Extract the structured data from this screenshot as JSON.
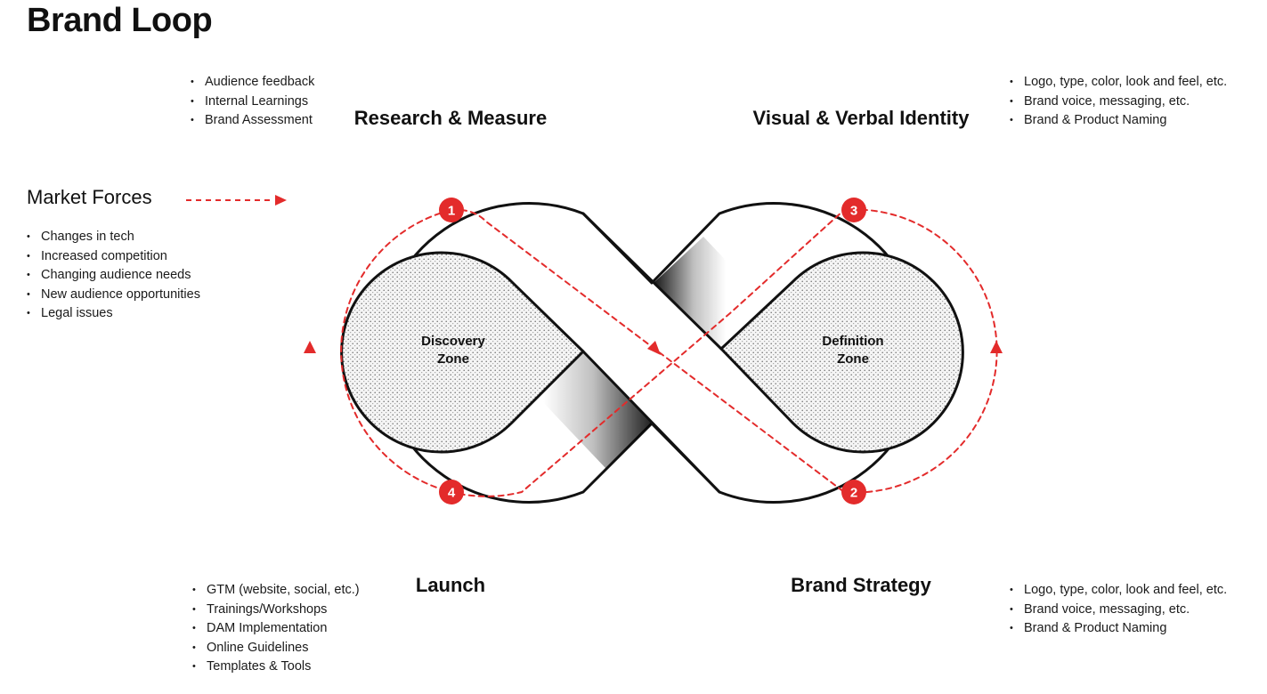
{
  "title": "Brand Loop",
  "accent_color": "#e32b2b",
  "market_forces": {
    "title": "Market Forces",
    "items": [
      "Changes in tech",
      "Increased competition",
      "Changing audience needs",
      "New audience opportunities",
      "Legal issues"
    ]
  },
  "stages": {
    "research": {
      "label": "Research & Measure",
      "items": [
        "Audience feedback",
        "Internal Learnings",
        "Brand Assessment"
      ]
    },
    "identity": {
      "label": "Visual & Verbal Identity",
      "items": [
        "Logo, type, color,  look and feel, etc.",
        "Brand voice, messaging, etc.",
        "Brand & Product Naming"
      ]
    },
    "launch": {
      "label": "Launch",
      "items": [
        "GTM (website, social, etc.)",
        "Trainings/Workshops",
        "DAM Implementation",
        "Online Guidelines",
        "Templates & Tools"
      ]
    },
    "strategy": {
      "label": "Brand Strategy",
      "items": [
        "Logo, type, color,  look and feel, etc.",
        "Brand voice, messaging, etc.",
        "Brand & Product Naming"
      ]
    }
  },
  "zones": {
    "discovery": {
      "line1": "Discovery",
      "line2": "Zone"
    },
    "definition": {
      "line1": "Definition",
      "line2": "Zone"
    }
  },
  "steps": [
    "1",
    "2",
    "3",
    "4"
  ]
}
